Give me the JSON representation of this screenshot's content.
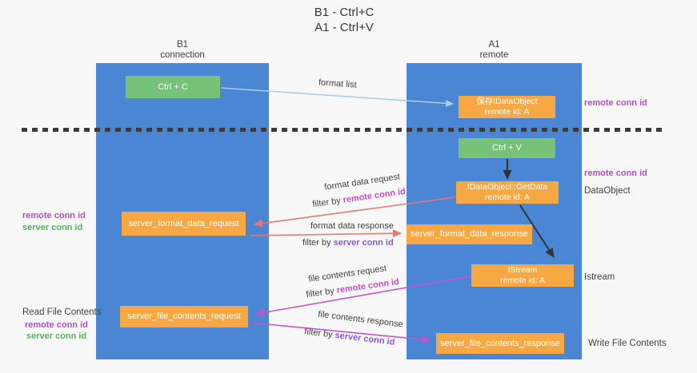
{
  "title": {
    "line1": "B1 - Ctrl+C",
    "line2": "A1 - Ctrl+V"
  },
  "headers": {
    "left1": "B1",
    "left2": "connection",
    "right1": "A1",
    "right2": "remote"
  },
  "boxes": {
    "ctrl_c": {
      "label": "Ctrl + C"
    },
    "ctrl_v": {
      "label": "Ctrl + V"
    },
    "saved_idataobject": {
      "line1": "保存IDataObject",
      "line2": "remote id: A"
    },
    "getdata": {
      "line1": "IDataObject::GetData",
      "line2": "remote id: A"
    },
    "istream": {
      "line1": "IStream",
      "line2": "remote id: A"
    },
    "server_format_data_request": {
      "label": "server_format_data_request"
    },
    "server_format_data_response": {
      "label": "server_format_data_response"
    },
    "server_file_contents_request": {
      "label": "server_file_contents_request"
    },
    "server_file_contents_response": {
      "label": "server_file_contents_response"
    }
  },
  "flow_labels": {
    "format_list": "format list",
    "format_request": "format data request",
    "format_request_filter": "filter by",
    "format_request_filter_value": "remote conn id",
    "format_response": "format data response",
    "format_response_filter": "filter by",
    "format_response_filter_value": "server conn id",
    "file_request": "file contents request",
    "file_request_filter": "filter by",
    "file_request_filter_value": "remote conn id",
    "file_response": "file contents response",
    "file_response_filter": "filter by",
    "file_response_filter_value": "server conn id"
  },
  "side_labels": {
    "remote_conn_id_top_right": "remote conn id",
    "remote_conn_id_mid_right": "remote conn id",
    "dataobject": "DataObject",
    "istream": "Istream",
    "write_file_contents": "Write File Contents",
    "read_file_contents": "Read File Contents",
    "remote_conn_id_left_1": "remote conn id",
    "server_conn_id_left_1": "server conn id",
    "remote_conn_id_left_2": "remote conn id",
    "server_conn_id_left_2": "server conn id"
  },
  "colors": {
    "column_blue": "#4b86d5",
    "box_orange": "#f7a843",
    "box_green": "#77c279",
    "arrow_red": "#e87673",
    "arrow_magenta": "#c853c8",
    "arrow_lightblue": "#a6cdf0",
    "arrow_black": "#333333",
    "text_purple": "#b14fc5",
    "text_magenta": "#c74ec5",
    "text_violet": "#8d58d0",
    "text_green": "#53b35a"
  }
}
